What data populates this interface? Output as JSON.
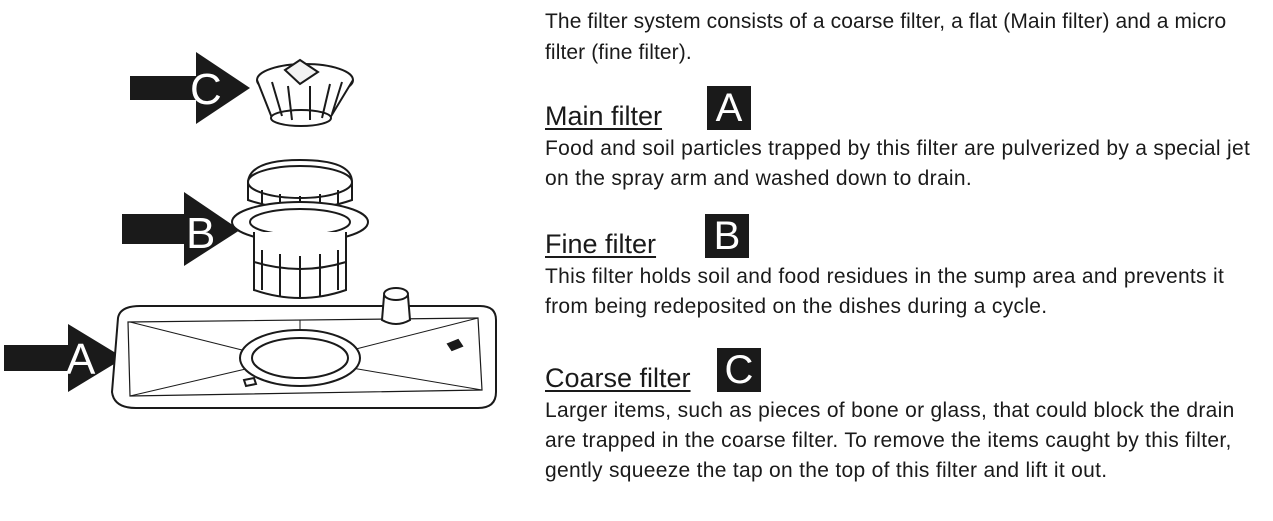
{
  "intro": "The filter system consists of a coarse filter, a flat  (Main filter) and a micro filter (fine filter).",
  "sections": [
    {
      "title": "Main filter",
      "badge": "A",
      "body": "Food and soil particles trapped by this filter are pulverized by a special jet on the spray arm and washed down to drain."
    },
    {
      "title": "Fine filter",
      "badge": "B",
      "body": "This filter holds soil and food residues in the sump area and prevents it from being redeposited on the dishes during a cycle."
    },
    {
      "title": "Coarse filter",
      "badge": "C",
      "body": "Larger items, such as pieces of bone or glass, that could block the drain are trapped in the coarse filter. To remove the items caught by this filter, gently squeeze the tap on the top of this filter and lift it out."
    }
  ],
  "figure": {
    "label_a": "A",
    "label_b": "B",
    "label_c": "C"
  }
}
